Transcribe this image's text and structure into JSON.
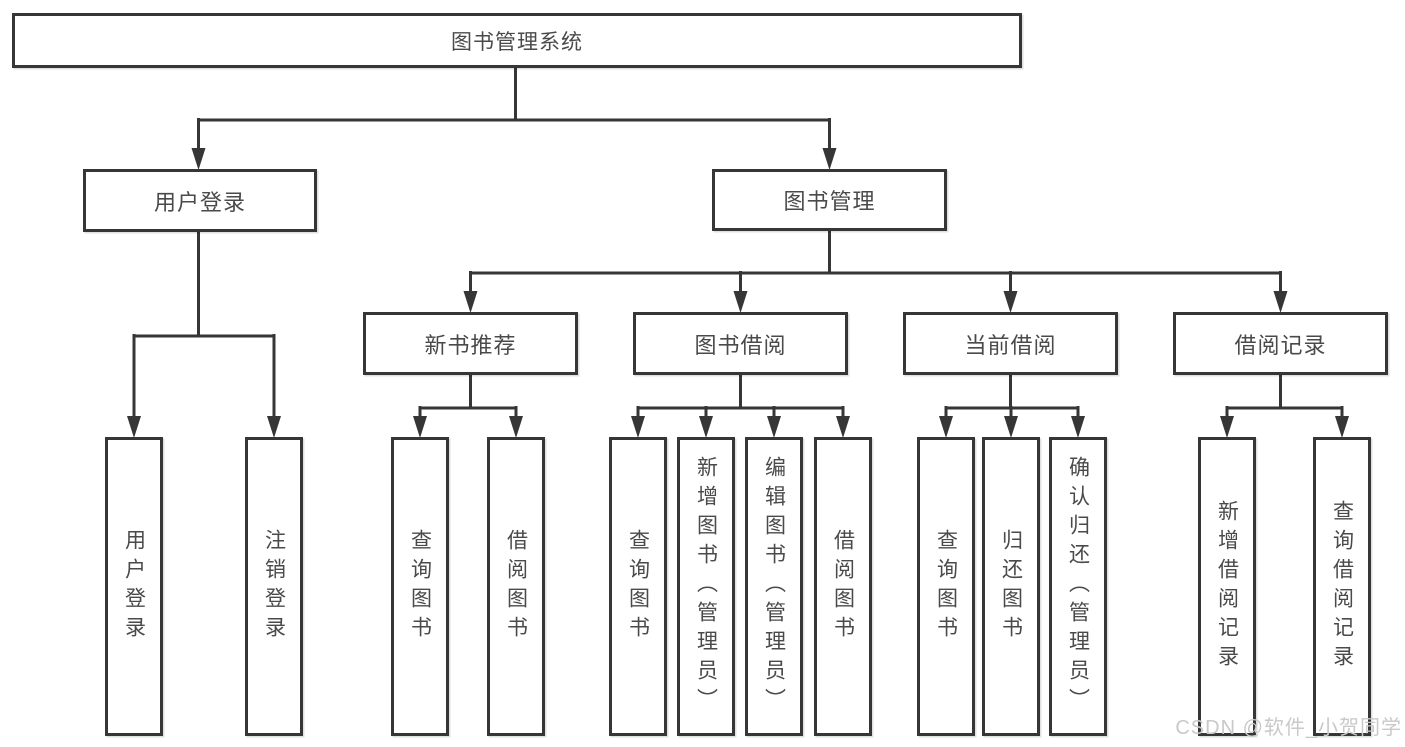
{
  "tree": {
    "label": "图书管理系统",
    "children": [
      {
        "label": "用户登录",
        "children": [
          {
            "label": "用户登录"
          },
          {
            "label": "注销登录"
          }
        ]
      },
      {
        "label": "图书管理",
        "children": [
          {
            "label": "新书推荐",
            "children": [
              {
                "label": "查询图书"
              },
              {
                "label": "借阅图书"
              }
            ]
          },
          {
            "label": "图书借阅",
            "children": [
              {
                "label": "查询图书"
              },
              {
                "label": "新增图书（管理员）"
              },
              {
                "label": "编辑图书（管理员）"
              },
              {
                "label": "借阅图书"
              }
            ]
          },
          {
            "label": "当前借阅",
            "children": [
              {
                "label": "查询图书"
              },
              {
                "label": "归还图书"
              },
              {
                "label": "确认归还（管理员）"
              }
            ]
          },
          {
            "label": "借阅记录",
            "children": [
              {
                "label": "新增借阅记录"
              },
              {
                "label": "查询借阅记录"
              }
            ]
          }
        ]
      }
    ]
  },
  "watermark": {
    "text": "CSDN @软件_小贺同学"
  },
  "colors": {
    "line": "#363636",
    "box_border": "#363636",
    "text": "#4a4a4a",
    "watermark": "#c9c9c9",
    "background": "#ffffff"
  }
}
